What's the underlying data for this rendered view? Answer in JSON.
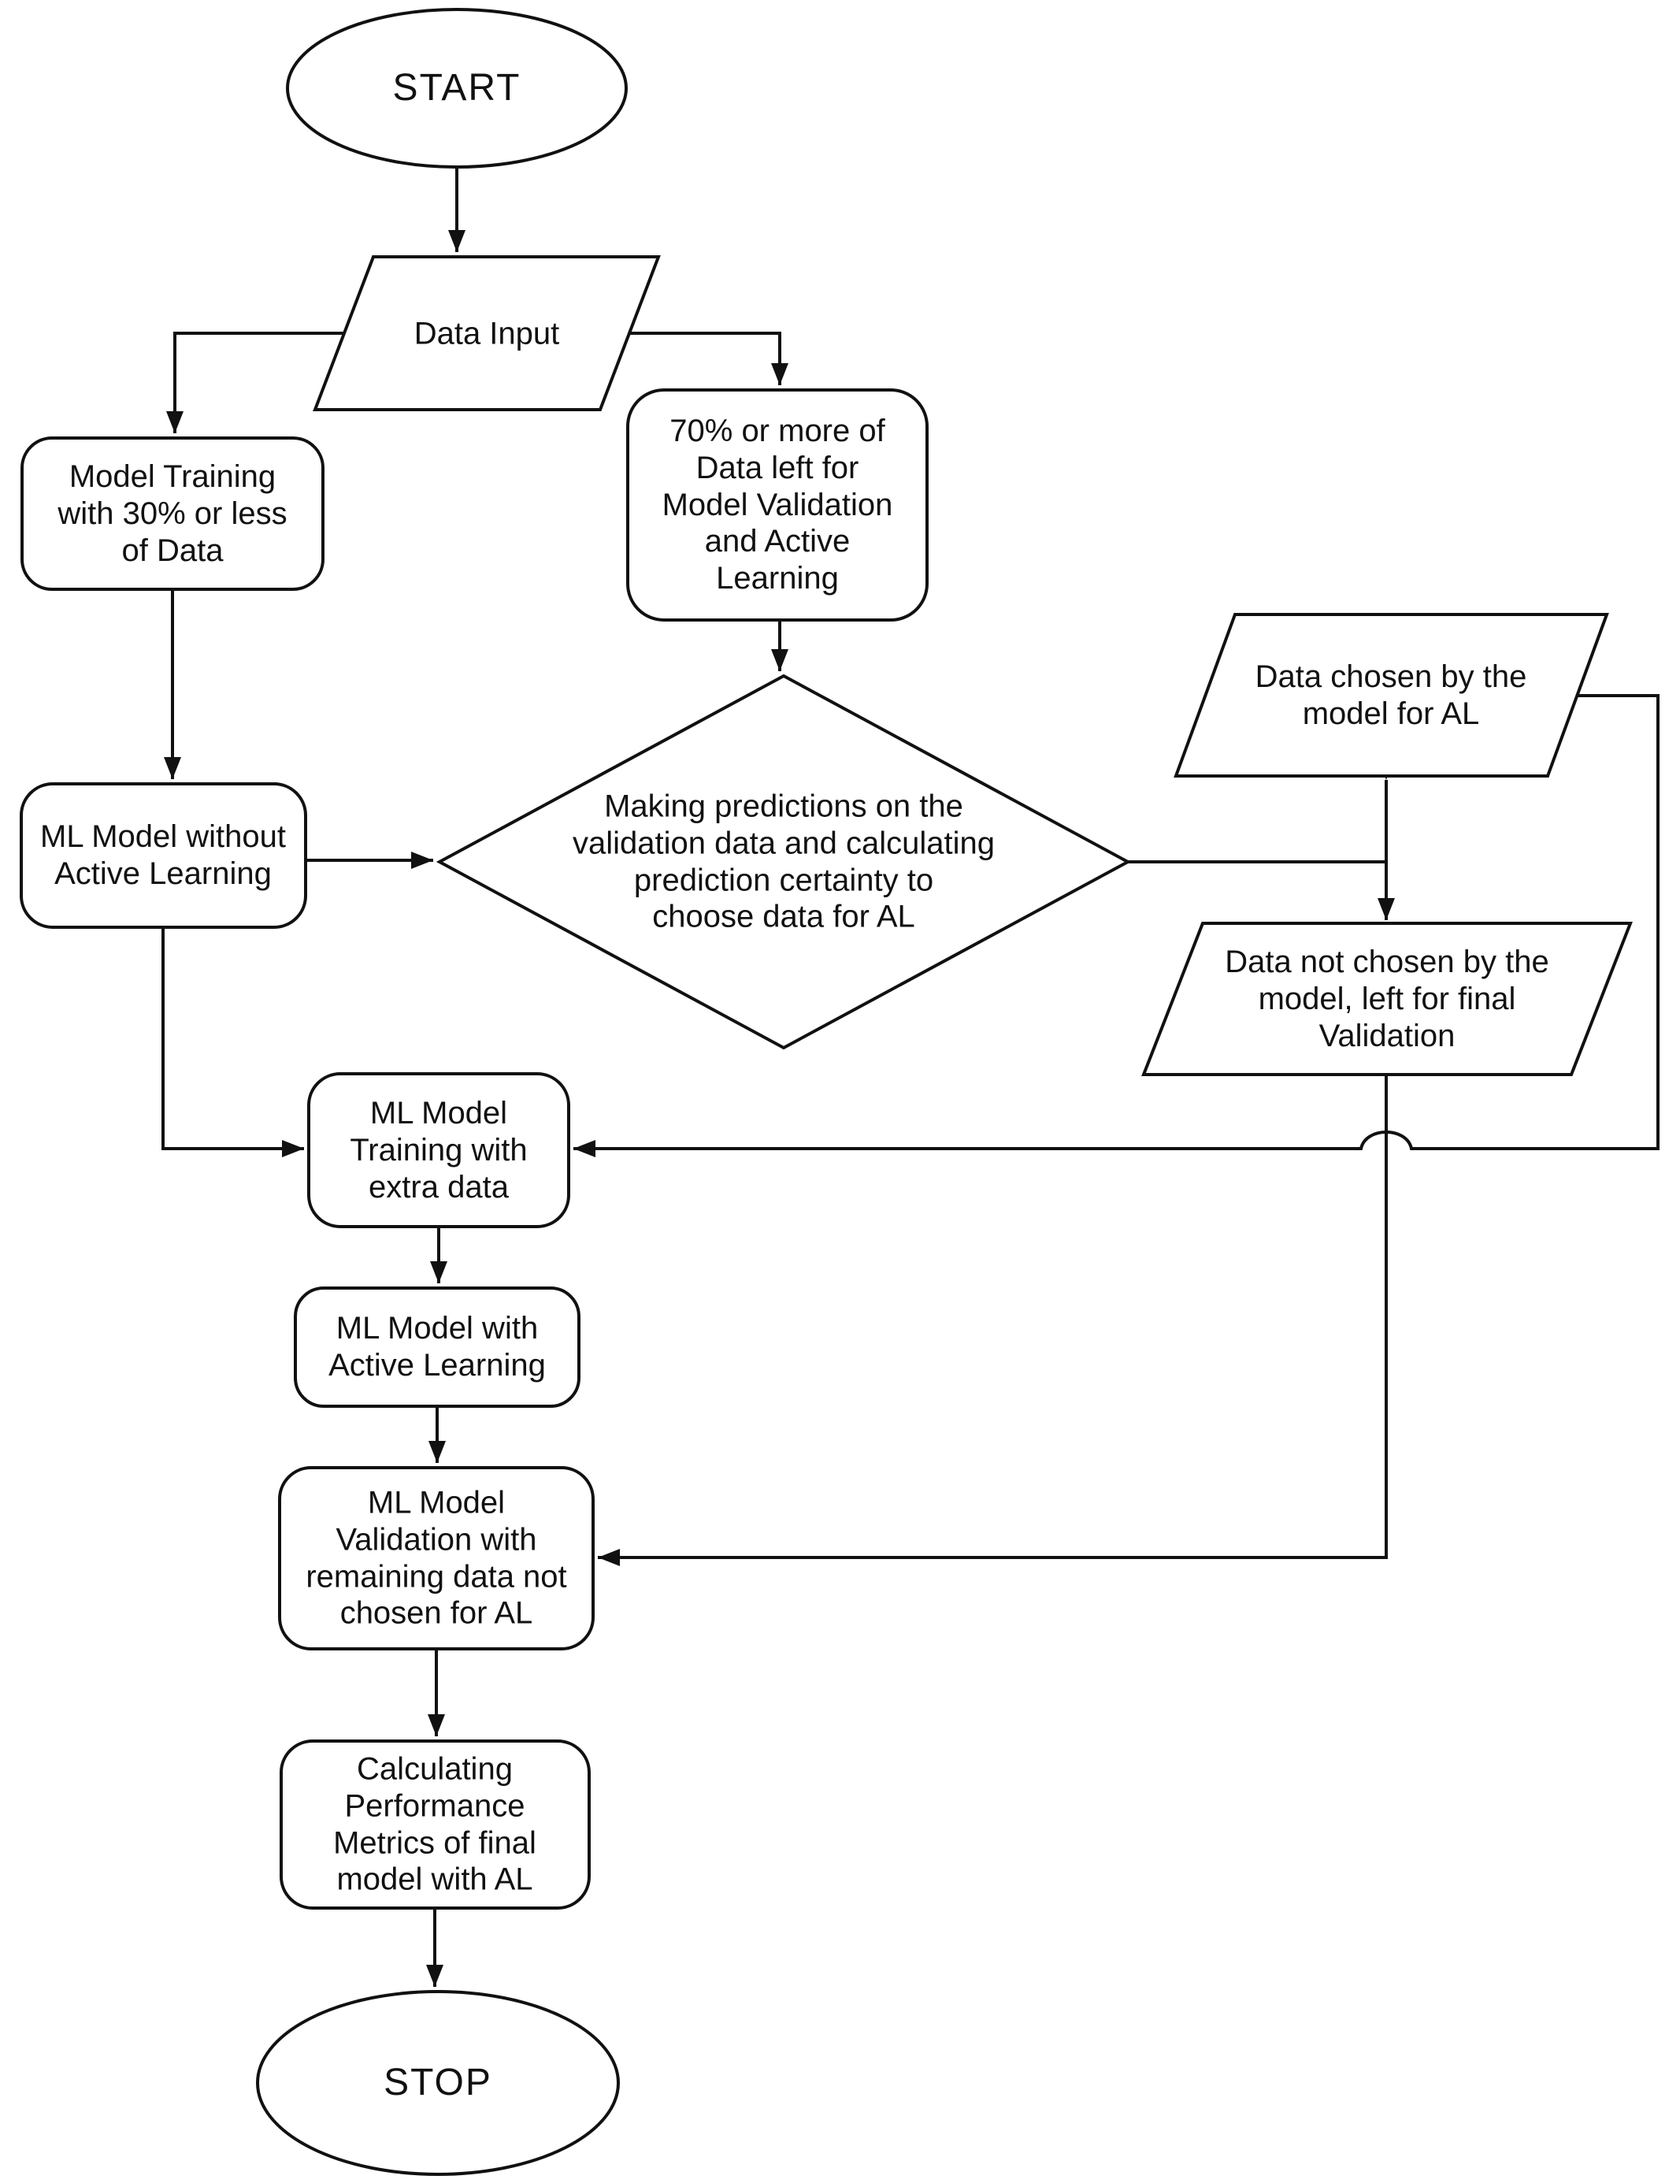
{
  "figure": {
    "type": "flowchart",
    "background_color": "#ffffff",
    "stroke_color": "#111111",
    "text_color": "#111111"
  },
  "nodes": {
    "start": {
      "shape": "ellipse",
      "label": "START"
    },
    "data_input": {
      "shape": "parallelogram",
      "label": "Data Input"
    },
    "model_training_30": {
      "shape": "rounded-rect",
      "label": "Model Training\nwith 30% or less\nof Data"
    },
    "data_70_validation": {
      "shape": "rounded-rect",
      "label": "70% or more of\nData left for\nModel Validation\nand Active\nLearning"
    },
    "ml_model_without_al": {
      "shape": "rounded-rect",
      "label": "ML Model without\nActive Learning"
    },
    "prediction_decision": {
      "shape": "diamond",
      "label": "Making predictions on the\nvalidation data and calculating\nprediction certainty to\nchoose data for AL"
    },
    "data_chosen_for_al": {
      "shape": "parallelogram",
      "label": "Data chosen by the\nmodel for AL"
    },
    "data_not_chosen": {
      "shape": "parallelogram",
      "label": "Data not chosen by the\nmodel, left for final\nValidation"
    },
    "ml_training_extra_data": {
      "shape": "rounded-rect",
      "label": "ML Model\nTraining with\nextra data"
    },
    "ml_model_with_al": {
      "shape": "rounded-rect",
      "label": "ML Model with\nActive Learning"
    },
    "ml_model_validation": {
      "shape": "rounded-rect",
      "label": "ML Model\nValidation with\nremaining data not\nchosen for AL"
    },
    "calc_performance_metrics": {
      "shape": "rounded-rect",
      "label": "Calculating\nPerformance\nMetrics of final\nmodel with AL"
    },
    "stop": {
      "shape": "ellipse",
      "label": "STOP"
    }
  },
  "edges": [
    {
      "from": "start",
      "to": "data_input",
      "arrow": "end"
    },
    {
      "from": "data_input",
      "to": "model_training_30",
      "arrow": "end"
    },
    {
      "from": "data_input",
      "to": "data_70_validation",
      "arrow": "end"
    },
    {
      "from": "data_70_validation",
      "to": "prediction_decision",
      "arrow": "end"
    },
    {
      "from": "model_training_30",
      "to": "ml_model_without_al",
      "arrow": "end"
    },
    {
      "from": "ml_model_without_al",
      "to": "prediction_decision",
      "arrow": "end"
    },
    {
      "from": "prediction_decision",
      "to": "data_chosen_for_al_and_data_not_chosen",
      "arrow": "both"
    },
    {
      "from": "data_chosen_for_al",
      "to": "ml_training_extra_data",
      "arrow": "end"
    },
    {
      "from": "ml_model_without_al",
      "to": "ml_training_extra_data",
      "arrow": "end"
    },
    {
      "from": "data_not_chosen",
      "to": "ml_model_validation",
      "arrow": "end"
    },
    {
      "from": "ml_training_extra_data",
      "to": "ml_model_with_al",
      "arrow": "end"
    },
    {
      "from": "ml_model_with_al",
      "to": "ml_model_validation",
      "arrow": "end"
    },
    {
      "from": "ml_model_validation",
      "to": "calc_performance_metrics",
      "arrow": "end"
    },
    {
      "from": "calc_performance_metrics",
      "to": "stop",
      "arrow": "end"
    }
  ]
}
